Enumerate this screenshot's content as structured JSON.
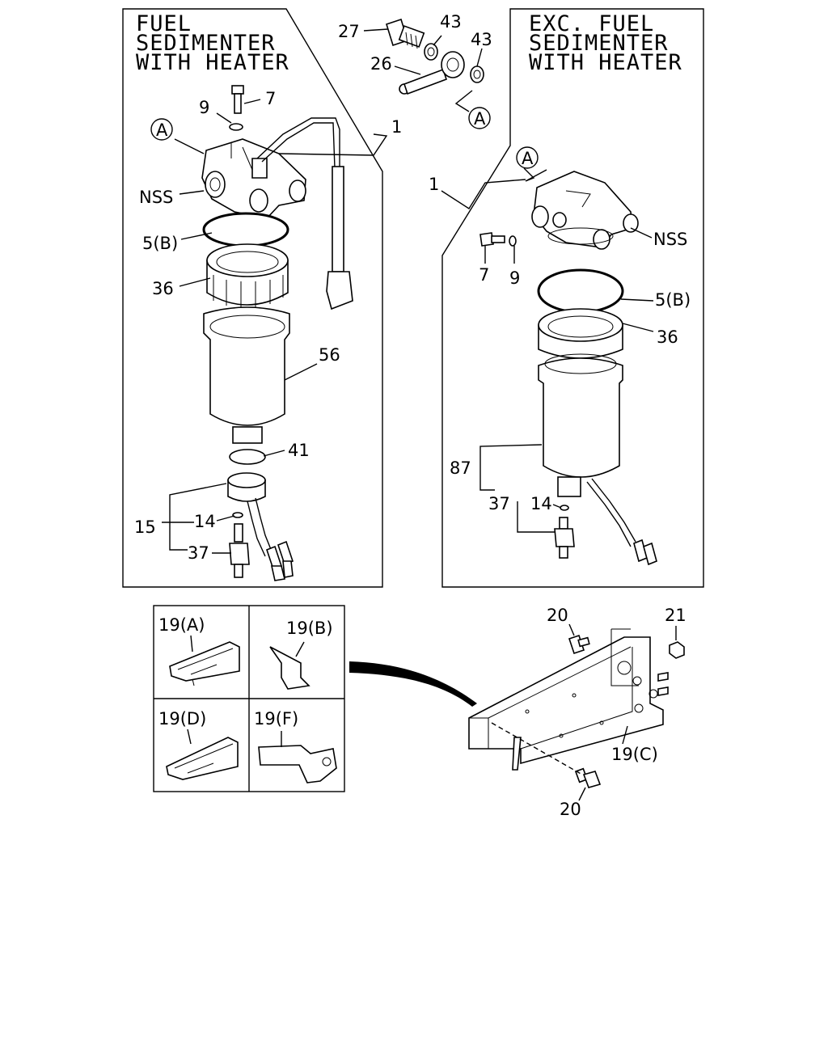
{
  "panels": {
    "left_title": [
      "FUEL",
      "SEDIMENTER",
      "WITH HEATER"
    ],
    "right_title": [
      "EXC. FUEL",
      "SEDIMENTER",
      "WITH HEATER"
    ]
  },
  "callouts": {
    "ref_a": "A",
    "nss": "NSS",
    "p1": "1",
    "p5b": "5(B)",
    "p7": "7",
    "p9": "9",
    "p14": "14",
    "p15": "15",
    "p19a": "19(A)",
    "p19b": "19(B)",
    "p19c": "19(C)",
    "p19d": "19(D)",
    "p19f": "19(F)",
    "p20": "20",
    "p21": "21",
    "p26": "26",
    "p27": "27",
    "p36": "36",
    "p37": "37",
    "p41": "41",
    "p43": "43",
    "p56": "56",
    "p87": "87"
  }
}
